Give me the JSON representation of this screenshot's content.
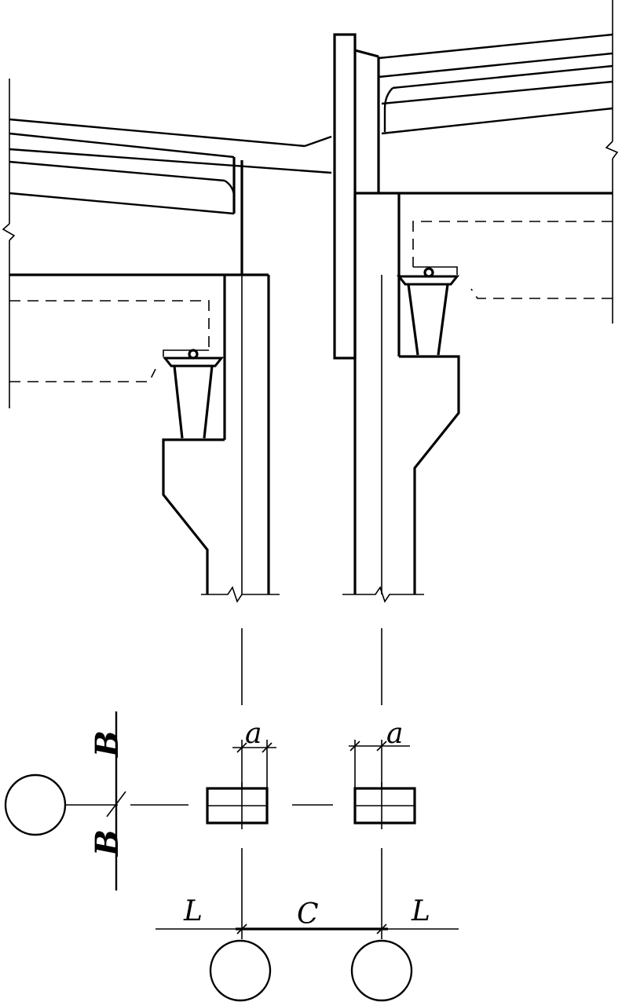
{
  "labels": {
    "dim_left_a": "a",
    "dim_right_a": "a",
    "section_top": "B",
    "section_bottom": "B",
    "span_left": "L",
    "span_center": "C",
    "span_right": "L"
  }
}
